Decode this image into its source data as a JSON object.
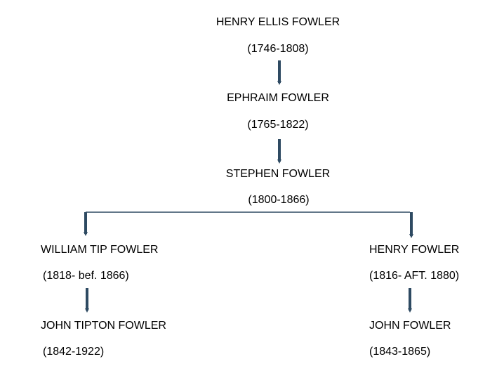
{
  "tree": {
    "root": {
      "name": "HENRY ELLIS FOWLER",
      "dates": "(1746-1808)"
    },
    "child": {
      "name": "EPHRAIM FOWLER",
      "dates": "(1765-1822)"
    },
    "grandchild": {
      "name": "STEPHEN FOWLER",
      "dates": "(1800-1866)"
    },
    "left_branch": {
      "name": "WILLIAM TIP FOWLER",
      "dates": "(1818- bef. 1866)",
      "child": {
        "name": "JOHN TIPTON FOWLER",
        "dates": "(1842-1922)"
      }
    },
    "right_branch": {
      "name": "HENRY FOWLER",
      "dates": "(1816- AFT. 1880)",
      "child": {
        "name": "JOHN FOWLER",
        "dates": "(1843-1865)"
      }
    }
  },
  "colors": {
    "connector": "#2e4a62",
    "text": "#000000"
  }
}
